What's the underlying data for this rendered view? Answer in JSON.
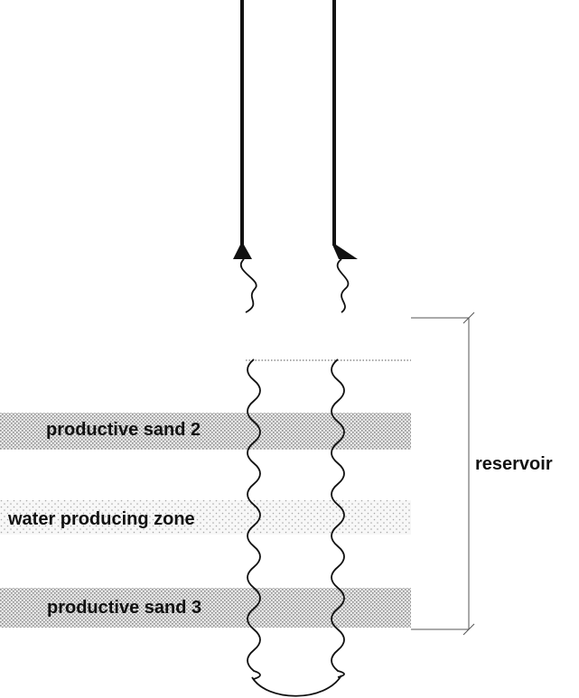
{
  "diagram": {
    "labels": {
      "productive_sand_2": "productive sand 2",
      "water_producing_zone": "water producing zone",
      "productive_sand_3": "productive sand 3",
      "reservoir": "reservoir"
    },
    "colors": {
      "ink": "#111111",
      "sand_stipple": "#9a9a9a",
      "water_stipple": "#b0b0b0",
      "background": "#ffffff"
    }
  }
}
